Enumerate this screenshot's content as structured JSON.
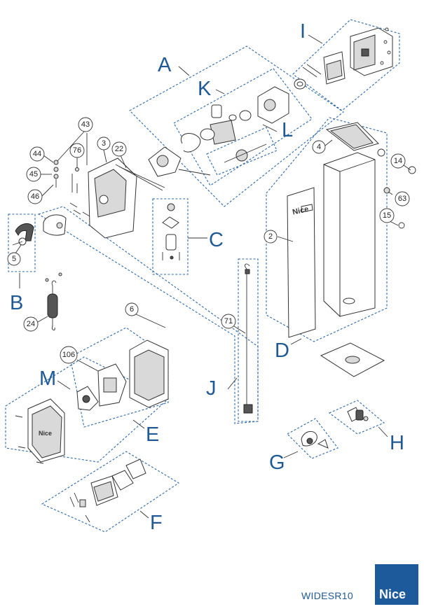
{
  "groups": [
    "A",
    "B",
    "C",
    "D",
    "E",
    "F",
    "G",
    "H",
    "I",
    "J",
    "K",
    "L",
    "M"
  ],
  "parts": [
    "2",
    "3",
    "4",
    "5",
    "6",
    "14",
    "15",
    "22",
    "24",
    "43",
    "44",
    "45",
    "46",
    "63",
    "71",
    "76",
    "106"
  ],
  "footer": {
    "model": "WIDESR10",
    "brand": "Nice"
  },
  "cover_logo": "Nice",
  "colors": {
    "accent": "#1f5a96",
    "dashed": "#2a68a8",
    "brand_bg": "#1d5a9c"
  }
}
